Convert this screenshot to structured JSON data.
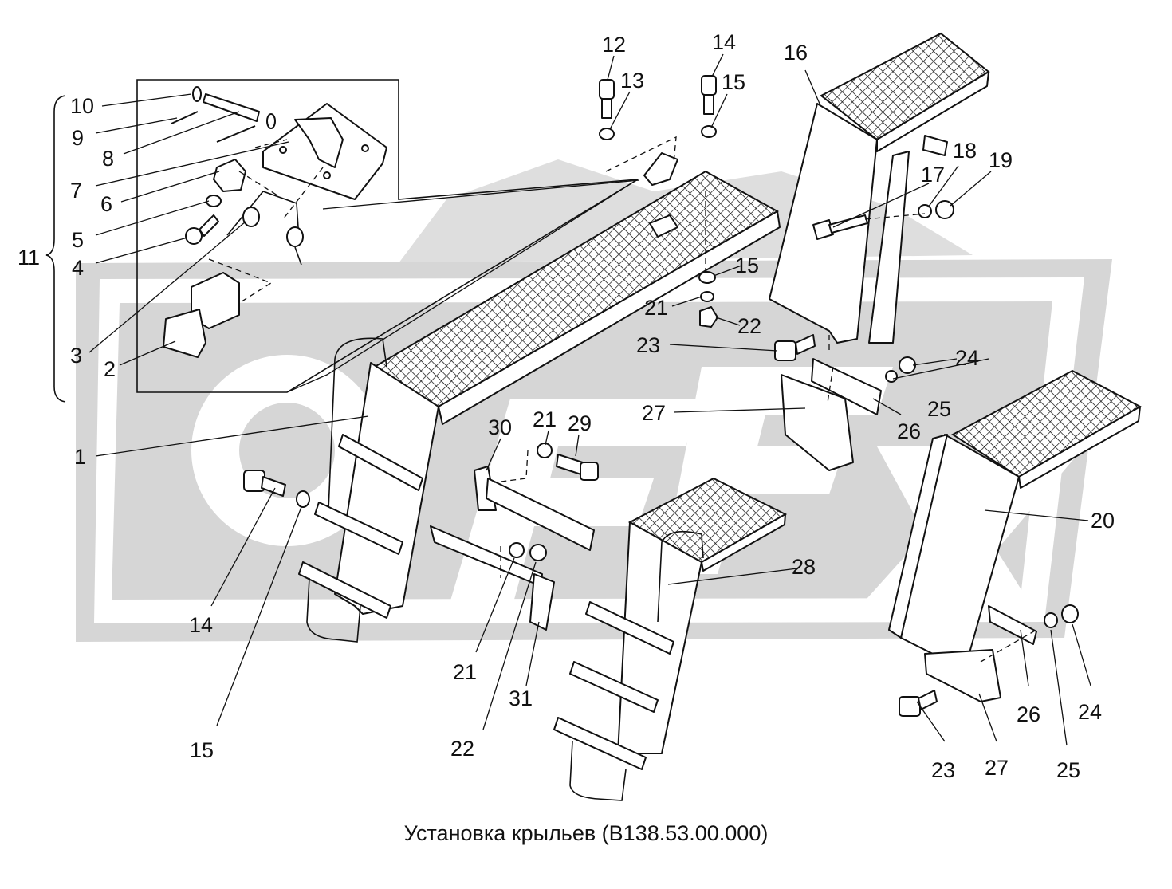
{
  "caption": "Установка крыльев (В138.53.00.000)",
  "watermark": {
    "color": "#d6d6d6"
  },
  "callouts": [
    {
      "id": "1",
      "text": "1"
    },
    {
      "id": "2",
      "text": "2"
    },
    {
      "id": "3",
      "text": "3"
    },
    {
      "id": "4",
      "text": "4"
    },
    {
      "id": "5",
      "text": "5"
    },
    {
      "id": "6",
      "text": "6"
    },
    {
      "id": "7",
      "text": "7"
    },
    {
      "id": "8",
      "text": "8"
    },
    {
      "id": "9",
      "text": "9"
    },
    {
      "id": "10",
      "text": "10"
    },
    {
      "id": "11",
      "text": "11"
    },
    {
      "id": "12",
      "text": "12"
    },
    {
      "id": "13",
      "text": "13"
    },
    {
      "id": "14a",
      "text": "14"
    },
    {
      "id": "14b",
      "text": "14"
    },
    {
      "id": "15a",
      "text": "15"
    },
    {
      "id": "15b",
      "text": "15"
    },
    {
      "id": "15c",
      "text": "15"
    },
    {
      "id": "16",
      "text": "16"
    },
    {
      "id": "17",
      "text": "17"
    },
    {
      "id": "18",
      "text": "18"
    },
    {
      "id": "19",
      "text": "19"
    },
    {
      "id": "20",
      "text": "20"
    },
    {
      "id": "21a",
      "text": "21"
    },
    {
      "id": "21b",
      "text": "21"
    },
    {
      "id": "21c",
      "text": "21"
    },
    {
      "id": "22a",
      "text": "22"
    },
    {
      "id": "22b",
      "text": "22"
    },
    {
      "id": "23a",
      "text": "23"
    },
    {
      "id": "23b",
      "text": "23"
    },
    {
      "id": "24a",
      "text": "24"
    },
    {
      "id": "24b",
      "text": "24"
    },
    {
      "id": "25a",
      "text": "25"
    },
    {
      "id": "25b",
      "text": "25"
    },
    {
      "id": "26a",
      "text": "26"
    },
    {
      "id": "26b",
      "text": "26"
    },
    {
      "id": "27a",
      "text": "27"
    },
    {
      "id": "27b",
      "text": "27"
    },
    {
      "id": "28",
      "text": "28"
    },
    {
      "id": "29",
      "text": "29"
    },
    {
      "id": "30",
      "text": "30"
    },
    {
      "id": "31",
      "text": "31"
    }
  ]
}
